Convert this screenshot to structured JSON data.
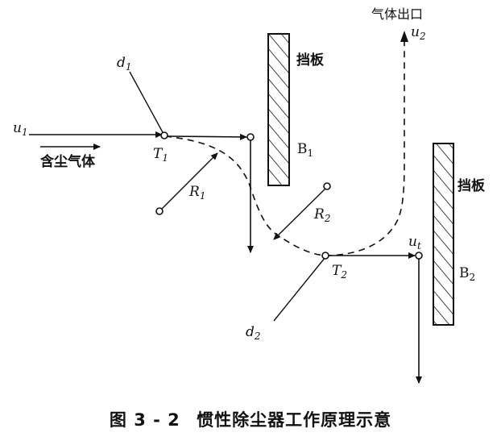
{
  "diagram": {
    "labels": {
      "u1": "u",
      "u1_sub": "1",
      "gas_in": "含尘气体",
      "d1": "d",
      "d1_sub": "1",
      "T1": "T",
      "T1_sub": "1",
      "R1": "R",
      "R1_sub": "1",
      "baffle1": "挡板",
      "B1": "B",
      "B1_sub": "1",
      "outlet": "气体出口",
      "u2": "u",
      "u2_sub": "2",
      "R2": "R",
      "R2_sub": "2",
      "ut": "u",
      "ut_sub": "t",
      "T2": "T",
      "T2_sub": "2",
      "d2": "d",
      "d2_sub": "2",
      "baffle2": "挡板",
      "B2": "B",
      "B2_sub": "2"
    }
  },
  "caption": {
    "figure_no": "图 3 - 2",
    "title": "惯性除尘器工作原理示意"
  }
}
